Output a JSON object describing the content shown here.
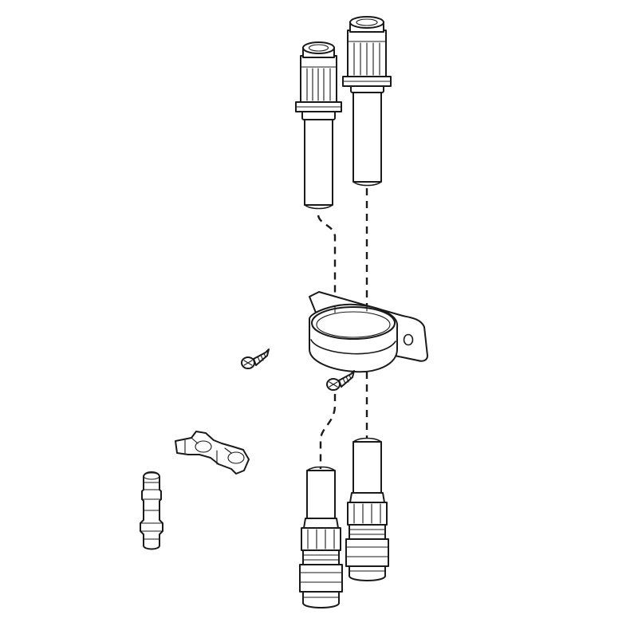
{
  "diagram": {
    "kind": "exploded-assembly",
    "background": "#ffffff",
    "line_color": "#1a1a1a",
    "parts": [
      "upper-hose-left",
      "upper-hose-right",
      "mounting-bracket",
      "screw-left",
      "screw-center",
      "hose-clip",
      "double-nipple-connector",
      "lower-hose-left",
      "lower-hose-right"
    ]
  }
}
